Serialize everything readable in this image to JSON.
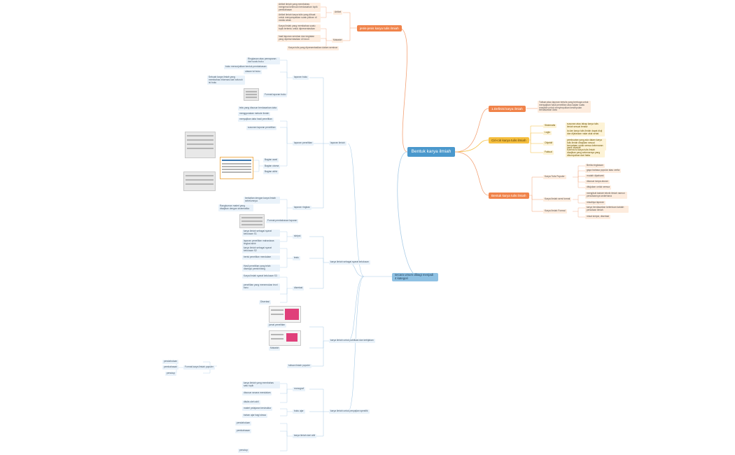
{
  "root": {
    "label": "Bentuk karya ilmiah"
  },
  "colors": {
    "root": "#4a98cc",
    "orange": "#f0834a",
    "yellow": "#f5be3e",
    "blue": "#8fc1e3",
    "line_orange": "#f3a276",
    "line_blue": "#a8cbe6"
  },
  "right": {
    "definisi": {
      "label": "1.Definisi karya ilmiah",
      "desc": "Tulisan atau laporan tertulis yang berbuga untuk menyajikan hasil penelitian atau kajian suatu masalah untuk menyimpulkan kesimpulan berdasarkan data"
    },
    "ciri": {
      "label": "Ciri-ciri karya tulis ilmiah",
      "items": [
        {
          "tag": "Sistematis",
          "text": "susunan atau tahap karya tulis ilmiah sesuai teratur"
        },
        {
          "tag": "Logis",
          "text": "ia dan karya tulis ilmiah dapat diuji dan dijelaskan nalar akal sehat"
        },
        {
          "tag": "Objektif",
          "text": "pembuatan yang ada dalam karya tulis ilmiah disajikan sesuai kenyataan untuk semua kebenaran yang obyektif"
        },
        {
          "tag": "Faktual",
          "text": "Karena isi karya tulis ilmiah disajikan yang sebenarnya yang dikumpulkan dari fakta"
        }
      ]
    },
    "bentuk": {
      "label": "Bentuk karya tulis ilmiah",
      "groups": [
        {
          "tag": "Karya Tulis Populer",
          "items": [
            "Berita ringkasan",
            "gaya bahasa popular atau cerita",
            "mudah dipahami",
            "disusun tanpa aturan",
            "ditujukan untuk semua"
          ]
        },
        {
          "tag": "Karya Ilmiah semi formal",
          "items": [
            "mengikuti kaidah teknik ilmiah namun penulisannya sederhana",
            "misalnya laporan"
          ]
        },
        {
          "tag": "Karya Ilmiah Formal",
          "items": [
            "karya berdasarkan ketentuan kaidah penulisan ilmiah",
            "misal skripsi, disertasi"
          ]
        }
      ]
    }
  },
  "top": {
    "label": "jenis-jenis karya tulis ilmiah",
    "groups": [
      {
        "tag": "Artikel",
        "items": [
          "Artikel ilmiah yang membahas mengenai keilmuan berdasarkan topik pembahasan",
          "Artikel ilmiah karya tulis yang dibuat untuk menyampaikan suatu pikiran di media cetak"
        ]
      },
      {
        "tag": "Makalah",
        "items": [
          "Karya ilmiah yang membahas suatu topik tertentu untuk dipresentasikan",
          "hasil laporan seminar dan kegiatan yang dipresentasikan di forum",
          "Karya tulis yang dipresentasikan dalam seminar"
        ]
      }
    ]
  },
  "left": {
    "label": "secara umum dibagi menjadi 4 kategori",
    "kategori": [
      {
        "label": "laporan ilmiah",
        "sub": [
          {
            "label": "laporan buku",
            "items": [
              "Ringkasan atau pemaparan dari suatu buku",
              "ulasan isi buku",
              "buku menunjukkan bentuk pembahasan",
              "Sebuah karya ilmiah yang membahas informasi dari seluruh isi buku",
              "Format laporan buku"
            ]
          },
          {
            "label": "laporan penelitian",
            "items": [
              "teks yang disusun berdasarkan data",
              "menggunakan metode ilmiah",
              "menyajikan data hasil penelitian",
              "susunan laporan penelitian",
              "Bagian awal",
              "Bagian utama",
              "Bagian akhir"
            ]
          },
          {
            "label": "laporan ringkas",
            "items": [
              "berkaitan dengan karya ilmiah sebelumnya",
              "Rangkuman materi yang disajikan dengan sistematika",
              "Format pembahasan laporan"
            ]
          }
        ]
      },
      {
        "label": "karya ilmiah sebagai syarat kelulusan",
        "sub": [
          {
            "label": "skripsi",
            "items": [
              "karya ilmiah sebagai syarat kelulusan S1",
              "laporan penelitian mahasiswa tingkat akhir"
            ]
          },
          {
            "label": "tesis",
            "items": [
              "karya ilmiah sebagai syarat kelulusan S2",
              "berisi penelitian mendalam",
              "Hasil penelitian yang telah disetujui pembimbing"
            ]
          },
          {
            "label": "disertasi",
            "items": [
              "Karya ilmiah syarat kelulusan S3",
              "penelitian yang menemukan teori baru",
              "Disertasi"
            ]
          }
        ]
      },
      {
        "label": "karya ilmiah untuk publikasi dan kebijakan",
        "sub": [
          {
            "label": "jurnal penelitian",
            "items": []
          },
          {
            "label": "Makalah",
            "items": []
          },
          {
            "label": "tulisan ilmiah populer",
            "items": [
              "Format karya ilmiah populer",
              "pendahuluan",
              "pembahasan",
              "penutup"
            ]
          }
        ]
      },
      {
        "label": "karya ilmiah untuk penyajian spesifik",
        "sub": [
          {
            "label": "monograf",
            "items": [
              "karya ilmiah yang membahas satu topik",
              "disusun secara mendalam",
              "ditulis oleh ahli"
            ]
          },
          {
            "label": "buku ajar",
            "items": [
              "materi pelajaran terstruktur",
              "bahan ajar bagi siswa"
            ]
          },
          {
            "label": "karya ilmiah dari ahli",
            "items": [
              "pendahuluan",
              "pembahasan",
              "penutup"
            ]
          }
        ]
      }
    ]
  }
}
